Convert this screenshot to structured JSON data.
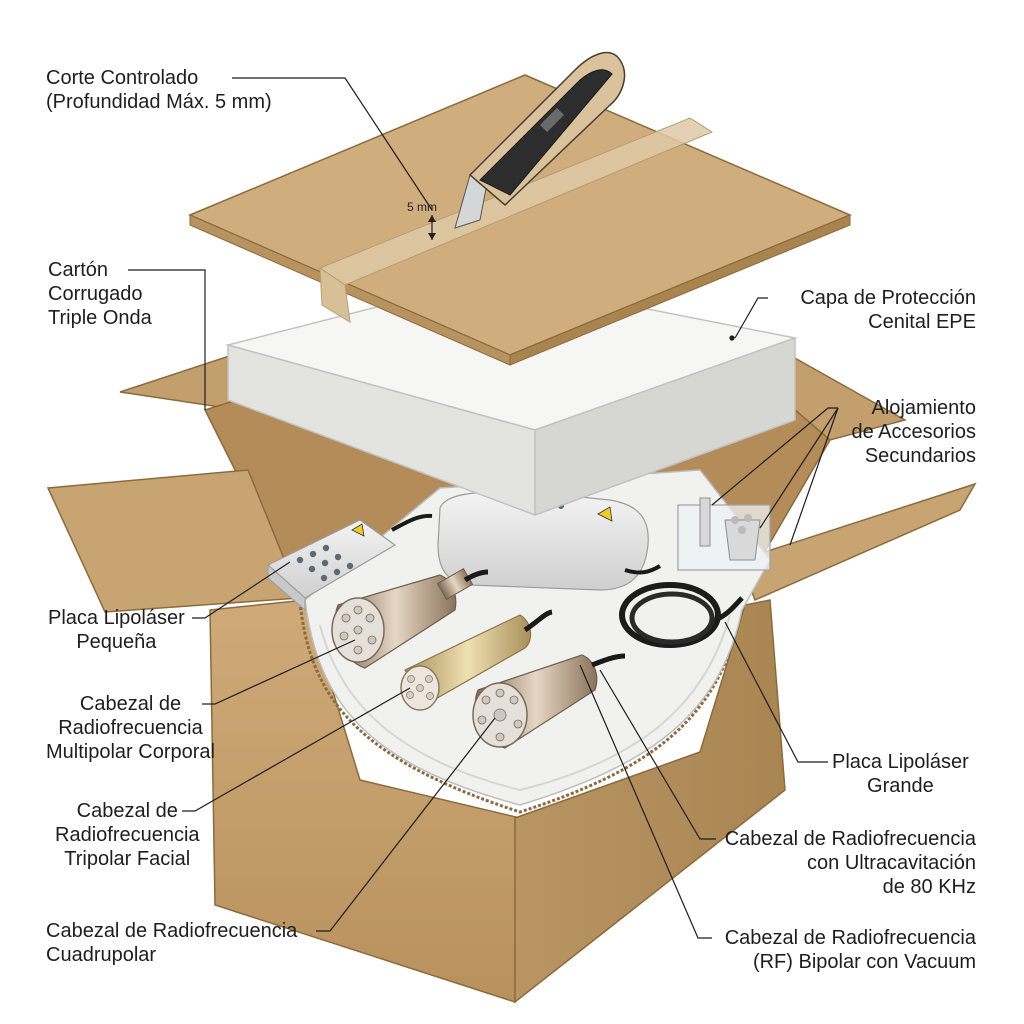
{
  "labels": {
    "corte": [
      "Corte Controlado",
      "(Profundidad Máx. 5 mm)"
    ],
    "carton": [
      "Cartón",
      "Corrugado",
      "Triple Onda"
    ],
    "capa": [
      "Capa de Protección",
      "Cenital EPE"
    ],
    "alojamiento": [
      "Alojamiento",
      "de Accesorios",
      "Secundarios"
    ],
    "placa_pequena": [
      "Placa Lipoláser",
      "Pequeña"
    ],
    "multipolar": [
      "Cabezal de",
      "Radiofrecuencia",
      "Multipolar Corporal"
    ],
    "tripolar": [
      "Cabezal de",
      "Radiofrecuencia",
      "Tripolar Facial"
    ],
    "cuadrupolar": [
      "Cabezal de Radiofrecuencia",
      "Cuadrupolar"
    ],
    "placa_grande": [
      "Placa Lipoláser",
      "Grande"
    ],
    "ultracavitacion": [
      "Cabezal de Radiofrecuencia",
      "con Ultracavitación",
      "de 80 KHz"
    ],
    "bipolar": [
      "Cabezal de Radiofrecuencia",
      "(RF) Bipolar con Vacuum"
    ]
  },
  "dimension": "5 mm",
  "colors": {
    "cardboard": "#c9a678",
    "cardboard_dark": "#a8844f",
    "foam": "#f3f3f1",
    "tape": "#d9c2a0",
    "text": "#1e1e1e"
  }
}
